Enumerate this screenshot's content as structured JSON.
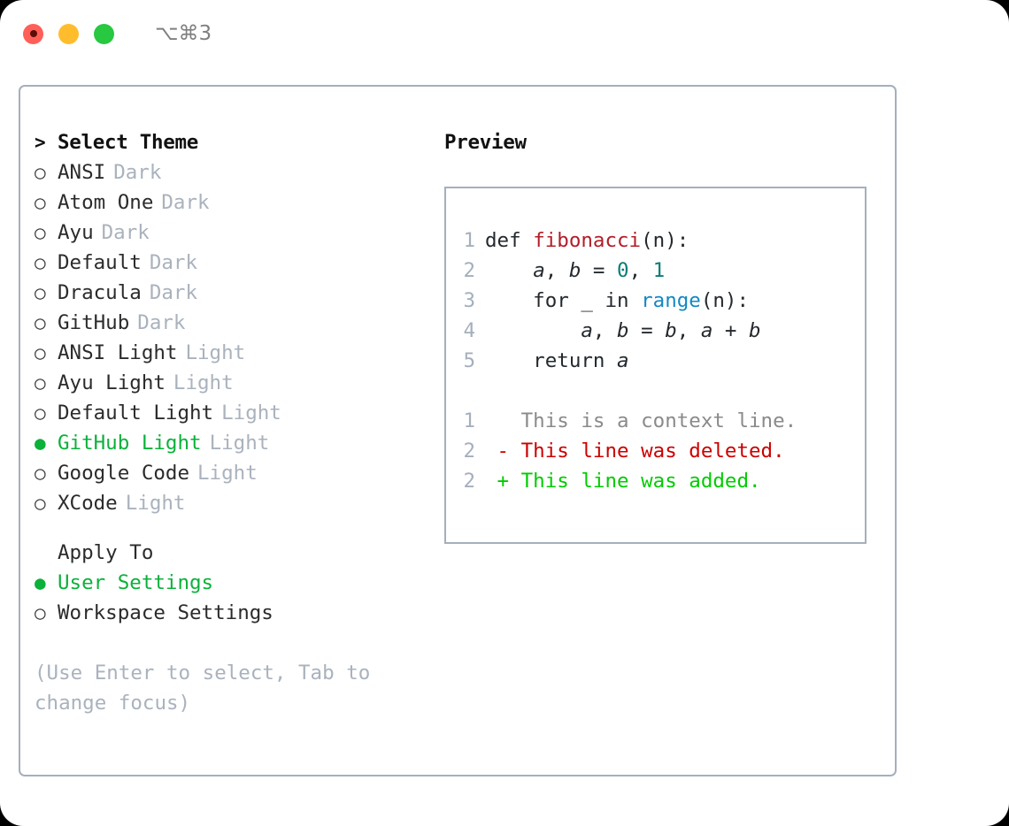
{
  "titlebar": {
    "shortcut": "⌥⌘3",
    "lights": [
      {
        "name": "close",
        "color": "#ff5f57"
      },
      {
        "name": "minimize",
        "color": "#ffbd2e"
      },
      {
        "name": "maximize",
        "color": "#28c840"
      }
    ]
  },
  "colors": {
    "selected_green": "#0bb13a",
    "muted": "#aab2bd",
    "border": "#a5afbd",
    "diff_deleted": "#cc0000",
    "diff_added": "#00cc00",
    "fn_red": "#b31d28",
    "num_teal": "#0a7c78",
    "call_blue": "#1488c2"
  },
  "theme_list": {
    "header_marker": ">",
    "header_label": "Select Theme",
    "marker_unselected": "○",
    "marker_selected": "●",
    "items": [
      {
        "name": "ANSI",
        "variant": "Dark",
        "selected": false
      },
      {
        "name": "Atom One",
        "variant": "Dark",
        "selected": false
      },
      {
        "name": "Ayu",
        "variant": "Dark",
        "selected": false
      },
      {
        "name": "Default",
        "variant": "Dark",
        "selected": false
      },
      {
        "name": "Dracula",
        "variant": "Dark",
        "selected": false
      },
      {
        "name": "GitHub",
        "variant": "Dark",
        "selected": false
      },
      {
        "name": "ANSI Light",
        "variant": "Light",
        "selected": false
      },
      {
        "name": "Ayu Light",
        "variant": "Light",
        "selected": false
      },
      {
        "name": "Default Light",
        "variant": "Light",
        "selected": false
      },
      {
        "name": "GitHub Light",
        "variant": "Light",
        "selected": true
      },
      {
        "name": "Google Code",
        "variant": "Light",
        "selected": false
      },
      {
        "name": "XCode",
        "variant": "Light",
        "selected": false
      }
    ]
  },
  "apply_to": {
    "header_label": "Apply To",
    "items": [
      {
        "name": "User Settings",
        "selected": true
      },
      {
        "name": "Workspace Settings",
        "selected": false
      }
    ]
  },
  "hint": "(Use Enter to select, Tab to change focus)",
  "preview": {
    "label": "Preview",
    "code_lines": [
      {
        "no": "1",
        "tokens": [
          {
            "t": "def ",
            "k": "kw"
          },
          {
            "t": "fibonacci",
            "k": "fn"
          },
          {
            "t": "(n):",
            "k": "plain"
          }
        ]
      },
      {
        "no": "2",
        "tokens": [
          {
            "t": "    ",
            "k": "plain"
          },
          {
            "t": "a",
            "k": "var"
          },
          {
            "t": ", ",
            "k": "plain"
          },
          {
            "t": "b",
            "k": "var"
          },
          {
            "t": " = ",
            "k": "plain"
          },
          {
            "t": "0",
            "k": "num"
          },
          {
            "t": ", ",
            "k": "plain"
          },
          {
            "t": "1",
            "k": "num"
          }
        ]
      },
      {
        "no": "3",
        "tokens": [
          {
            "t": "    for _ in ",
            "k": "kw"
          },
          {
            "t": "range",
            "k": "call"
          },
          {
            "t": "(n):",
            "k": "plain"
          }
        ]
      },
      {
        "no": "4",
        "tokens": [
          {
            "t": "        ",
            "k": "plain"
          },
          {
            "t": "a",
            "k": "var"
          },
          {
            "t": ", ",
            "k": "plain"
          },
          {
            "t": "b",
            "k": "var"
          },
          {
            "t": " = ",
            "k": "plain"
          },
          {
            "t": "b",
            "k": "var"
          },
          {
            "t": ", ",
            "k": "plain"
          },
          {
            "t": "a",
            "k": "var"
          },
          {
            "t": " + ",
            "k": "plain"
          },
          {
            "t": "b",
            "k": "var"
          }
        ]
      },
      {
        "no": "5",
        "tokens": [
          {
            "t": "    return ",
            "k": "kw"
          },
          {
            "t": "a",
            "k": "var"
          }
        ]
      }
    ],
    "diff_lines": [
      {
        "no": "1",
        "sign": " ",
        "text": "This is a context line.",
        "k": "ctx"
      },
      {
        "no": "2",
        "sign": "-",
        "text": "This line was deleted.",
        "k": "del"
      },
      {
        "no": "2",
        "sign": "+",
        "text": "This line was added.",
        "k": "add"
      }
    ]
  }
}
